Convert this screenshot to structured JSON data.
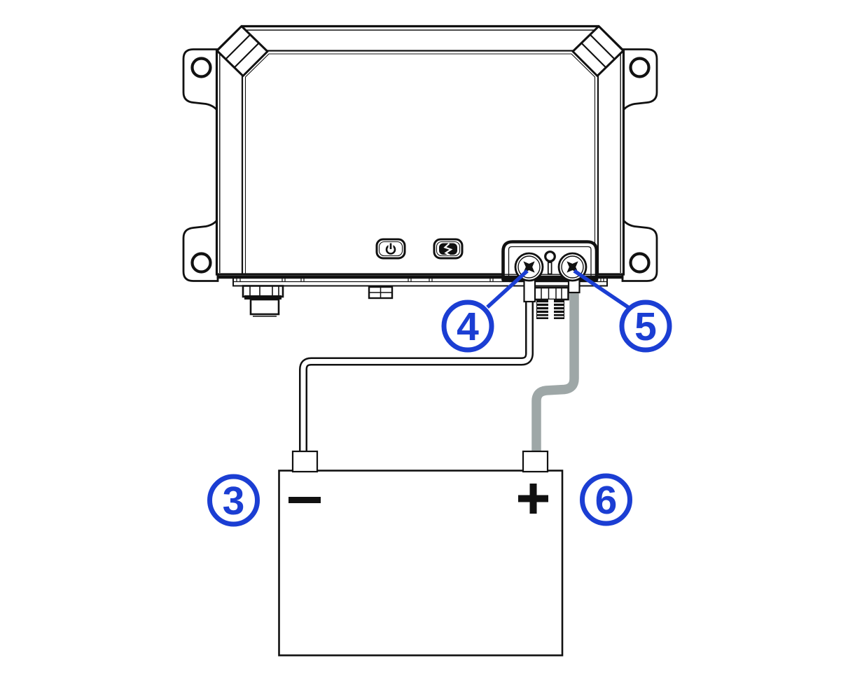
{
  "figure": {
    "title": "device-to-battery wiring diagram",
    "background_color": "#ffffff",
    "line_color": "#111111",
    "callout_color": "#1b3ed3",
    "wire_gray_color": "#9ea7a7",
    "callouts": [
      {
        "label": "3"
      },
      {
        "label": "4"
      },
      {
        "label": "5"
      },
      {
        "label": "6"
      }
    ],
    "battery": {
      "negative_symbol": "−",
      "positive_symbol": "+"
    },
    "indicators": [
      {
        "name": "power-icon"
      },
      {
        "name": "charge-icon"
      }
    ]
  }
}
